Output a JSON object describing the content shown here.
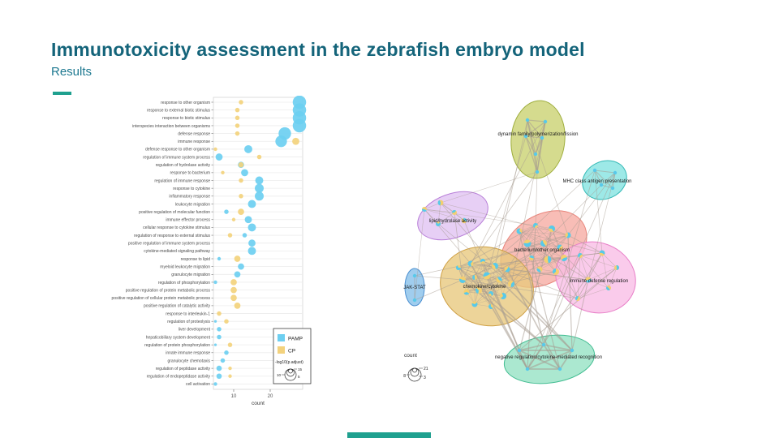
{
  "slide": {
    "title": "Immunotoxicity assessment in the zebrafish embryo model",
    "subtitle": "Results",
    "accent_color": "#1fa08f",
    "title_color": "#14647a"
  },
  "chart_data": [
    {
      "type": "scatter",
      "name": "GO enrichment dot plot",
      "xlabel": "count",
      "x_ticks": [
        10,
        20
      ],
      "xlim": [
        4,
        29
      ],
      "legend": {
        "position": "bottom-right",
        "series": [
          {
            "name": "PAMP",
            "color": "#6dcff1"
          },
          {
            "name": "CP",
            "color": "#f3d27d"
          }
        ],
        "size_title": "-log10(p.adjust)",
        "size_values": [
          5,
          10,
          15
        ]
      },
      "rows": [
        {
          "label": "response to other organism",
          "pamp": {
            "count": 28,
            "logp": 15
          },
          "cp": {
            "count": 12,
            "logp": 5
          }
        },
        {
          "label": "response to external biotic stimulus",
          "pamp": {
            "count": 28,
            "logp": 15
          },
          "cp": {
            "count": 11,
            "logp": 5
          }
        },
        {
          "label": "response to biotic stimulus",
          "pamp": {
            "count": 28,
            "logp": 15
          },
          "cp": {
            "count": 11,
            "logp": 5
          }
        },
        {
          "label": "interspecies interaction between organisms",
          "pamp": {
            "count": 28,
            "logp": 15
          },
          "cp": {
            "count": 11,
            "logp": 5
          }
        },
        {
          "label": "defense response",
          "pamp": {
            "count": 24,
            "logp": 14
          },
          "cp": {
            "count": 11,
            "logp": 5
          }
        },
        {
          "label": "immune response",
          "pamp": {
            "count": 23,
            "logp": 13
          },
          "cp": {
            "count": 27,
            "logp": 8
          }
        },
        {
          "label": "defense response to other organism",
          "pamp": {
            "count": 14,
            "logp": 9
          },
          "cp": {
            "count": 5,
            "logp": 4
          }
        },
        {
          "label": "regulation of immune system process",
          "pamp": {
            "count": 6,
            "logp": 8
          },
          "cp": {
            "count": 17,
            "logp": 5
          }
        },
        {
          "label": "regulation of hydrolase activity",
          "pamp": {
            "count": 12,
            "logp": 7
          },
          "cp": {
            "count": 12,
            "logp": 6
          }
        },
        {
          "label": "response to bacterium",
          "pamp": {
            "count": 13,
            "logp": 8
          },
          "cp": {
            "count": 7,
            "logp": 4
          }
        },
        {
          "label": "regulation of immune response",
          "pamp": {
            "count": 17,
            "logp": 9
          },
          "cp": {
            "count": 12,
            "logp": 5
          }
        },
        {
          "label": "response to cytokine",
          "pamp": {
            "count": 17,
            "logp": 10
          },
          "cp": null
        },
        {
          "label": "inflammatory response",
          "pamp": {
            "count": 17,
            "logp": 10
          },
          "cp": {
            "count": 12,
            "logp": 5
          }
        },
        {
          "label": "leukocyte migration",
          "pamp": {
            "count": 15,
            "logp": 9
          },
          "cp": null
        },
        {
          "label": "positive regulation of molecular function",
          "pamp": {
            "count": 8,
            "logp": 5
          },
          "cp": {
            "count": 12,
            "logp": 7
          }
        },
        {
          "label": "immune effector process",
          "pamp": {
            "count": 14,
            "logp": 8
          },
          "cp": {
            "count": 10,
            "logp": 4
          }
        },
        {
          "label": "cellular response to cytokine stimulus",
          "pamp": {
            "count": 15,
            "logp": 9
          },
          "cp": null
        },
        {
          "label": "regulation of response to external stimulus",
          "pamp": {
            "count": 13,
            "logp": 5
          },
          "cp": {
            "count": 9,
            "logp": 5
          }
        },
        {
          "label": "positive regulation of immune system process",
          "pamp": {
            "count": 15,
            "logp": 8
          },
          "cp": null
        },
        {
          "label": "cytokine-mediated signaling pathway",
          "pamp": {
            "count": 15,
            "logp": 9
          },
          "cp": null
        },
        {
          "label": "response to lipid",
          "pamp": {
            "count": 6,
            "logp": 4
          },
          "cp": {
            "count": 11,
            "logp": 7
          }
        },
        {
          "label": "myeloid leukocyte migration",
          "pamp": {
            "count": 12,
            "logp": 7
          },
          "cp": null
        },
        {
          "label": "granulocyte migration",
          "pamp": {
            "count": 11,
            "logp": 7
          },
          "cp": null
        },
        {
          "label": "regulation of phosphorylation",
          "pamp": {
            "count": 5,
            "logp": 4
          },
          "cp": {
            "count": 10,
            "logp": 7
          }
        },
        {
          "label": "positive regulation of protein metabolic process",
          "pamp": null,
          "cp": {
            "count": 10,
            "logp": 7
          }
        },
        {
          "label": "positive regulation of cellular protein metabolic process",
          "pamp": null,
          "cp": {
            "count": 10,
            "logp": 7
          }
        },
        {
          "label": "positive regulation of catalytic activity",
          "pamp": null,
          "cp": {
            "count": 11,
            "logp": 7
          }
        },
        {
          "label": "response to interleukin-1",
          "pamp": null,
          "cp": {
            "count": 6,
            "logp": 5
          }
        },
        {
          "label": "regulation of proteolysis",
          "pamp": {
            "count": 5,
            "logp": 3
          },
          "cp": {
            "count": 8,
            "logp": 5
          }
        },
        {
          "label": "liver development",
          "pamp": {
            "count": 6,
            "logp": 5
          },
          "cp": null
        },
        {
          "label": "hepaticobiliary system development",
          "pamp": {
            "count": 6,
            "logp": 5
          },
          "cp": null
        },
        {
          "label": "regulation of protein phosphorylation",
          "pamp": {
            "count": 5,
            "logp": 3
          },
          "cp": {
            "count": 9,
            "logp": 5
          }
        },
        {
          "label": "innate immune response",
          "pamp": {
            "count": 8,
            "logp": 5
          },
          "cp": null
        },
        {
          "label": "granulocyte chemotaxis",
          "pamp": {
            "count": 7,
            "logp": 5
          },
          "cp": null
        },
        {
          "label": "regulation of peptidase activity",
          "pamp": {
            "count": 6,
            "logp": 6
          },
          "cp": {
            "count": 9,
            "logp": 4
          }
        },
        {
          "label": "regulation of endopeptidase activity",
          "pamp": {
            "count": 6,
            "logp": 6
          },
          "cp": {
            "count": 9,
            "logp": 4
          }
        },
        {
          "label": "cell activation",
          "pamp": {
            "count": 5,
            "logp": 4
          },
          "cp": null
        }
      ]
    },
    {
      "type": "network",
      "name": "Enrichment map of GO clusters",
      "legend": {
        "title": "count",
        "values": [
          3,
          8,
          21
        ]
      },
      "node_colors": {
        "dot": "#58c9ea",
        "pie_blue": "#58c9ea",
        "pie_yellow": "#f4cf6e"
      },
      "edge_color": "#a59a90",
      "clusters": [
        {
          "id": "dynamin",
          "label": "dynamin family/polymerization/fission",
          "fill": "#c9d16e",
          "stroke": "#9fae3e",
          "cx": 183,
          "cy": 62,
          "rx": 33,
          "ry": 48,
          "rot": 5,
          "label_x": 183,
          "label_y": 57,
          "node_style": "dot",
          "intra_width": 1.3,
          "nodes": [
            [
              182,
              102,
              2.2
            ],
            [
              170,
              38,
              2.2
            ],
            [
              192,
              40,
              2.2
            ],
            [
              168,
              58,
              2.2
            ],
            [
              188,
              60,
              2.2
            ],
            [
              180,
              80,
              2.2
            ]
          ]
        },
        {
          "id": "mhc",
          "label": "MHC class antigen presentation",
          "fill": "#82e3e0",
          "stroke": "#35b9b6",
          "cx": 265,
          "cy": 112,
          "rx": 28,
          "ry": 23,
          "rot": -25,
          "label_x": 256,
          "label_y": 115,
          "node_style": "dot",
          "intra_width": 1.1,
          "nodes": [
            [
              253,
              100,
              2.2
            ],
            [
              278,
              103,
              2.2
            ],
            [
              261,
              118,
              2.2
            ],
            [
              275,
              122,
              2.2
            ]
          ]
        },
        {
          "id": "lipid",
          "label": "lipid/hydrolase activity",
          "fill": "#e0c2f2",
          "stroke": "#b87fd8",
          "cx": 78,
          "cy": 156,
          "rx": 45,
          "ry": 27,
          "rot": -20,
          "label_x": 78,
          "label_y": 164,
          "node_style": "pie",
          "intra_width": 0.6,
          "nodes": [
            [
              43,
              148,
              3
            ],
            [
              63,
              140,
              3.4
            ],
            [
              80,
              152,
              3
            ],
            [
              92,
              162,
              3.2
            ],
            [
              60,
              166,
              3
            ]
          ]
        },
        {
          "id": "bacterium",
          "label": "bacterium/other organism",
          "fill": "#f6aaa2",
          "stroke": "#e8857b",
          "cx": 190,
          "cy": 197,
          "rx": 58,
          "ry": 41,
          "rot": -35,
          "label_x": 188,
          "label_y": 200,
          "node_style": "pie",
          "intra_width": 0.5,
          "nodes": [
            [
              160,
              175,
              3.5
            ],
            [
              180,
              168,
              3
            ],
            [
              200,
              172,
              4
            ],
            [
              220,
              180,
              3.5
            ],
            [
              170,
              190,
              4.5
            ],
            [
              190,
              190,
              4
            ],
            [
              210,
              195,
              3.5
            ],
            [
              175,
              208,
              3
            ],
            [
              195,
              210,
              4.5
            ],
            [
              215,
              208,
              4
            ],
            [
              185,
              222,
              3.5
            ],
            [
              205,
              225,
              4
            ]
          ]
        },
        {
          "id": "jak",
          "label": "JAK-STAT",
          "fill": "#85bfe9",
          "stroke": "#4b8fd0",
          "cx": 31,
          "cy": 244,
          "rx": 12,
          "ry": 23,
          "rot": 0,
          "label_x": 31,
          "label_y": 246,
          "node_style": "dot",
          "intra_width": 1.0,
          "nodes": [
            [
              31,
              230,
              2.2
            ],
            [
              31,
              260,
              2.2
            ]
          ]
        },
        {
          "id": "chemokine",
          "label": "chemokine/cytokine",
          "fill": "#e8c87c",
          "stroke": "#cfa045",
          "cx": 120,
          "cy": 243,
          "rx": 58,
          "ry": 48,
          "rot": 15,
          "label_x": 117,
          "label_y": 245,
          "node_style": "pie",
          "intra_width": 0.45,
          "nodes": [
            [
              85,
              220,
              3
            ],
            [
              100,
              215,
              3.5
            ],
            [
              115,
              212,
              3
            ],
            [
              130,
              218,
              4
            ],
            [
              145,
              222,
              3.5
            ],
            [
              90,
              235,
              4
            ],
            [
              105,
              232,
              3
            ],
            [
              120,
              230,
              4.5
            ],
            [
              135,
              235,
              3.5
            ],
            [
              150,
              240,
              4
            ],
            [
              95,
              250,
              3.5
            ],
            [
              110,
              248,
              4
            ],
            [
              125,
              252,
              3
            ],
            [
              140,
              255,
              4
            ],
            [
              105,
              265,
              3.5
            ],
            [
              125,
              268,
              3
            ]
          ]
        },
        {
          "id": "immune",
          "label": "immune defense regulation",
          "fill": "#f8bce6",
          "stroke": "#e87fc8",
          "cx": 254,
          "cy": 232,
          "rx": 50,
          "ry": 43,
          "rot": 20,
          "label_x": 258,
          "label_y": 238,
          "node_style": "pie",
          "intra_width": 0.6,
          "nodes": [
            [
              235,
              205,
              3
            ],
            [
              262,
              202,
              3.5
            ],
            [
              280,
              220,
              3
            ],
            [
              245,
              235,
              3.5
            ],
            [
              270,
              245,
              3
            ],
            [
              232,
              258,
              3
            ]
          ]
        },
        {
          "id": "negreg",
          "label": "negative regulation/cytokine-mediated recognition",
          "fill": "#93e2c3",
          "stroke": "#43bd92",
          "cx": 197,
          "cy": 333,
          "rx": 56,
          "ry": 29,
          "rot": -8,
          "label_x": 196,
          "label_y": 332,
          "node_style": "dot",
          "intra_width": 1.8,
          "nodes": [
            [
              160,
              322,
              2.2
            ],
            [
              190,
              315,
              2.2
            ],
            [
              225,
              322,
              2.2
            ],
            [
              170,
              345,
              2.2
            ],
            [
              210,
              345,
              2.2
            ]
          ]
        }
      ],
      "bundles": [
        [
          "dynamin",
          "chemokine",
          5,
          0.8
        ],
        [
          "dynamin",
          "bacterium",
          2,
          0.7
        ],
        [
          "dynamin",
          "lipid",
          1,
          0.6
        ],
        [
          "mhc",
          "bacterium",
          3,
          0.7
        ],
        [
          "mhc",
          "immune",
          2,
          0.7
        ],
        [
          "mhc",
          "negreg",
          2,
          0.8
        ],
        [
          "lipid",
          "chemokine",
          5,
          0.8
        ],
        [
          "lipid",
          "bacterium",
          2,
          0.6
        ],
        [
          "lipid",
          "jak",
          1,
          0.6
        ],
        [
          "jak",
          "chemokine",
          3,
          0.8
        ],
        [
          "chemokine",
          "bacterium",
          14,
          0.8
        ],
        [
          "chemokine",
          "immune",
          6,
          0.8
        ],
        [
          "bacterium",
          "immune",
          6,
          0.8
        ],
        [
          "chemokine",
          "negreg",
          9,
          1.6
        ],
        [
          "bacterium",
          "negreg",
          5,
          1.2
        ],
        [
          "immune",
          "negreg",
          4,
          1.0
        ]
      ]
    }
  ]
}
